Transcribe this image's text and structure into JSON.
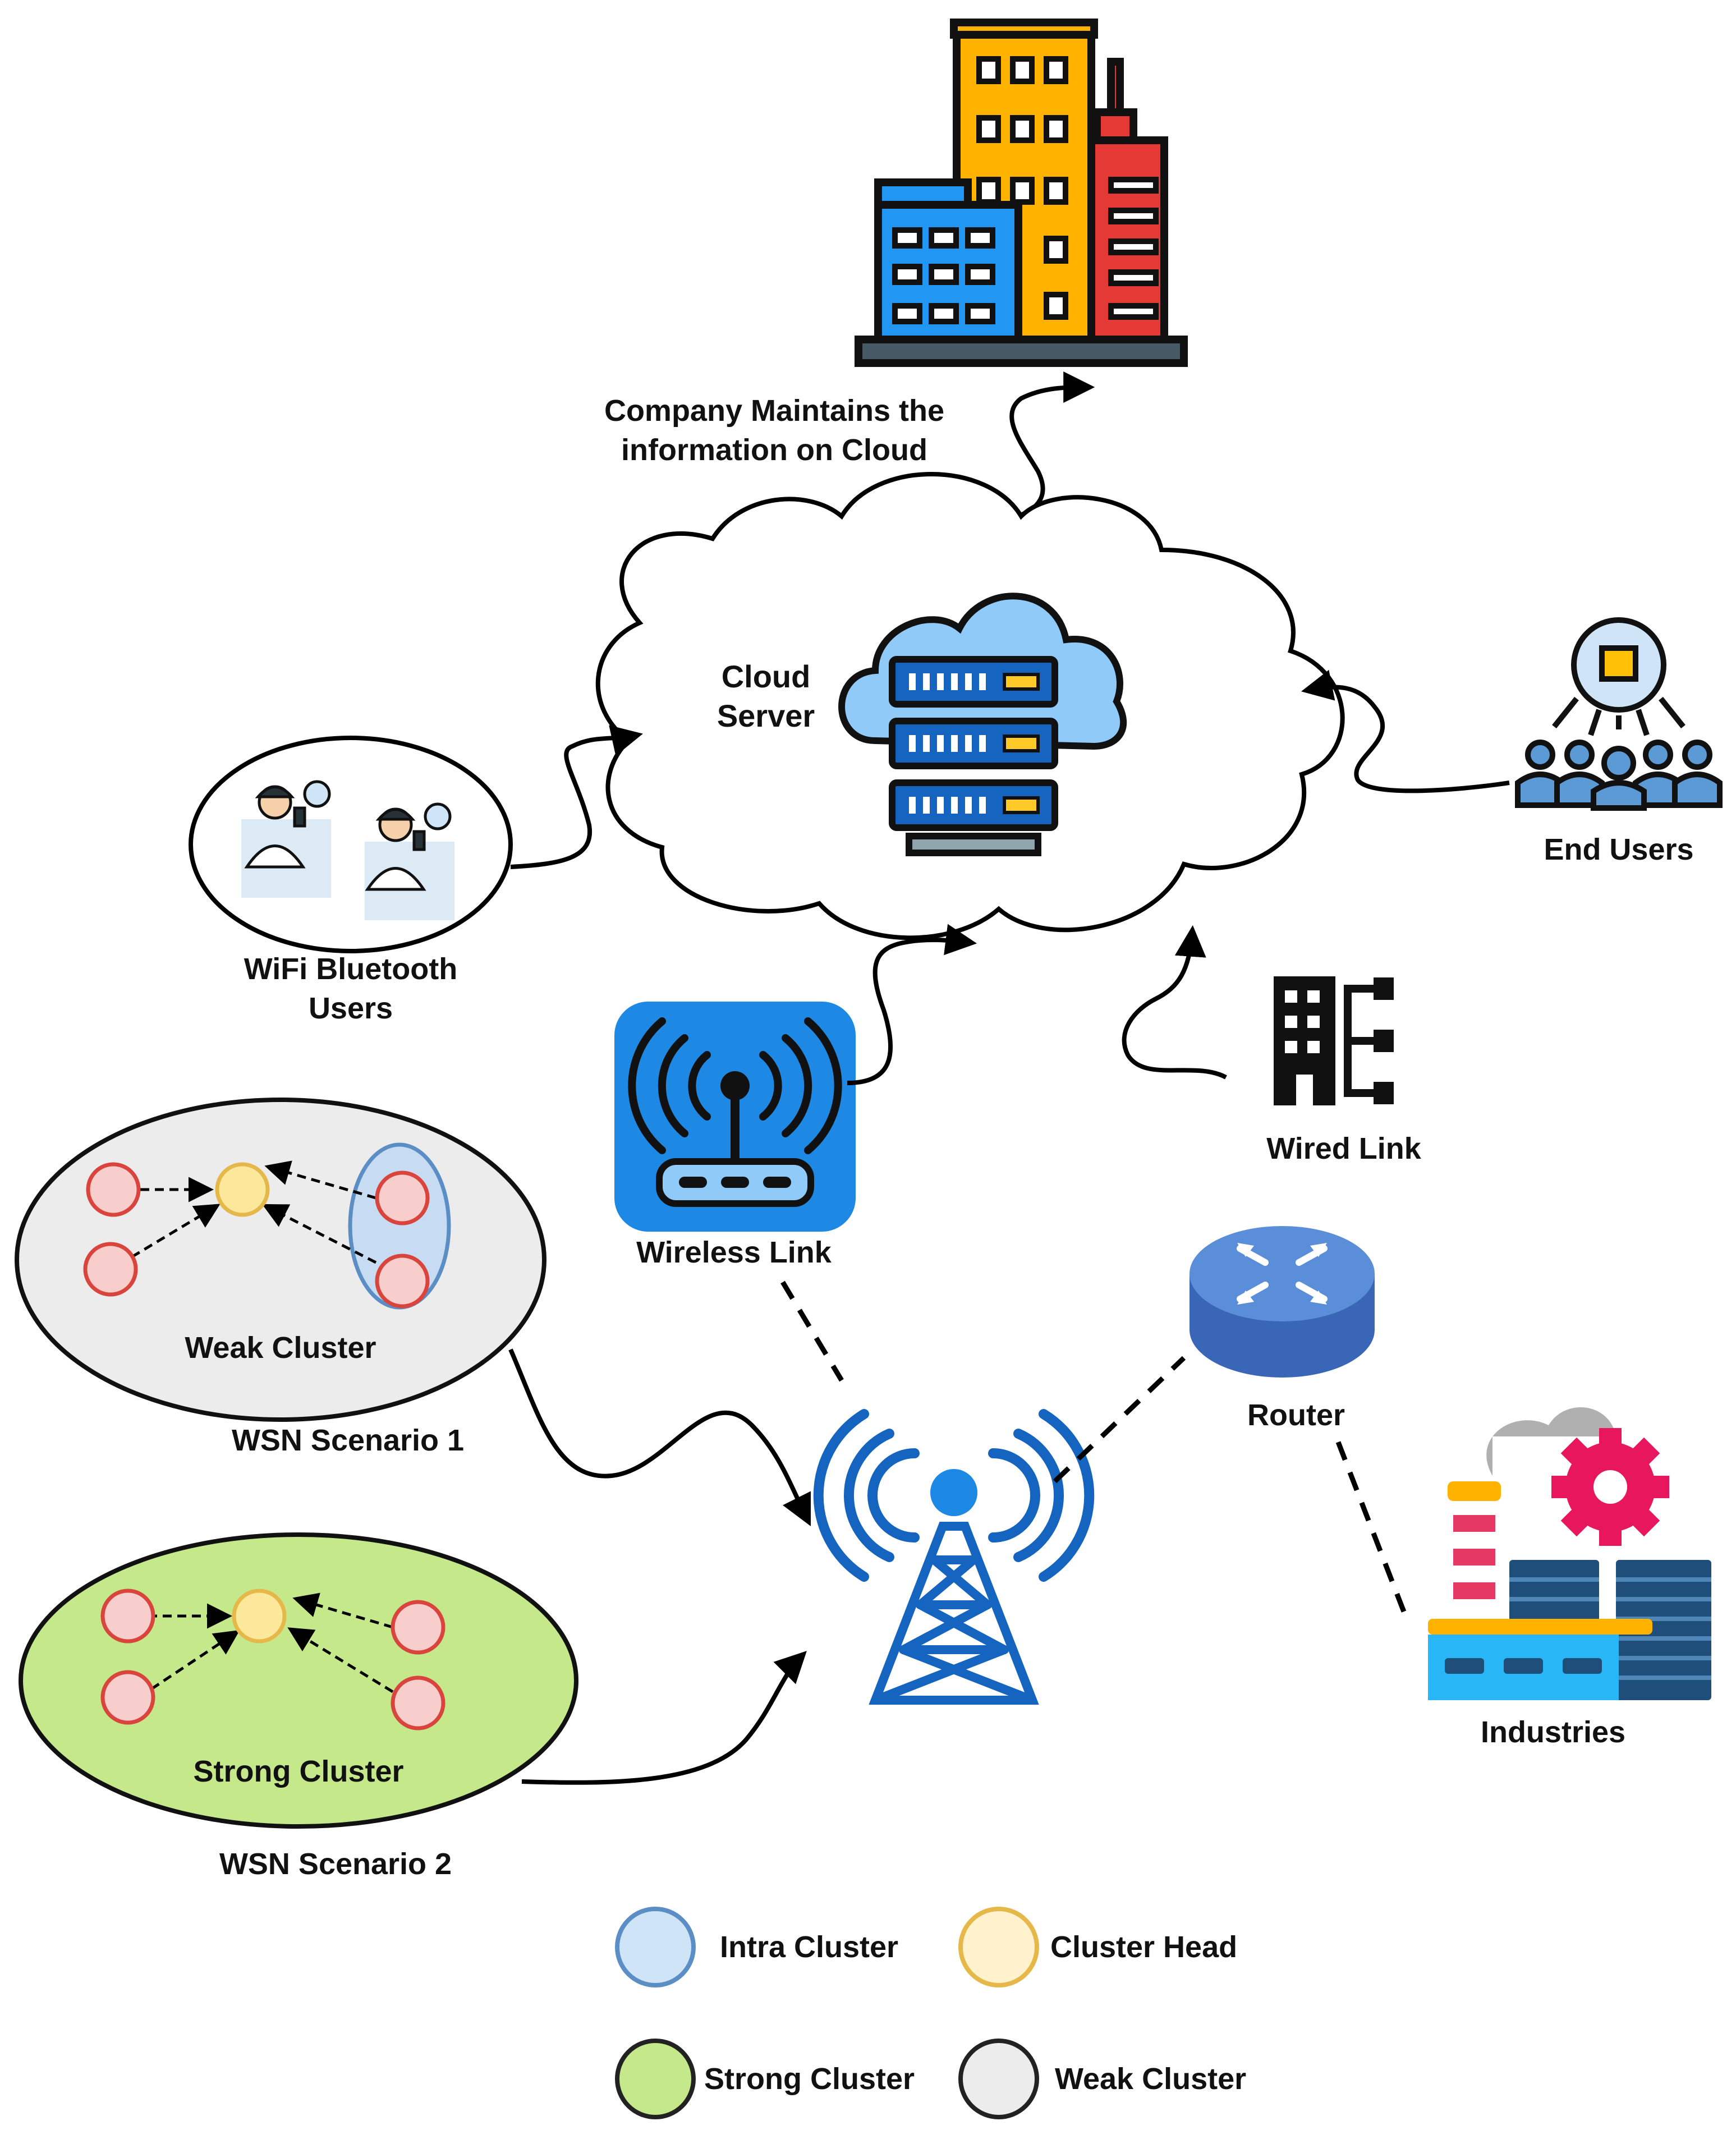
{
  "labels": {
    "company_line1": "Company Maintains the",
    "company_line2": "information on Cloud",
    "cloud_line1": "Cloud",
    "cloud_line2": "Server",
    "end_users": "End Users",
    "wifi_line1": "WiFi Bluetooth",
    "wifi_line2": "Users",
    "wireless_link": "Wireless Link",
    "wired_link": "Wired Link",
    "router": "Router",
    "industries": "Industries",
    "weak_cluster": "Weak Cluster",
    "wsn_scenario_1": "WSN Scenario 1",
    "strong_cluster": "Strong Cluster",
    "wsn_scenario_2": "WSN Scenario 2"
  },
  "legend": {
    "items": [
      {
        "label": "Intra Cluster",
        "color": "#cfe4f7",
        "stroke": "#5b8ec4"
      },
      {
        "label": "Cluster Head",
        "color": "#fff2cc",
        "stroke": "#e6b84a"
      },
      {
        "label": "Strong Cluster",
        "color": "#c5e88a",
        "stroke": "#222222"
      },
      {
        "label": "Weak Cluster",
        "color": "#ececec",
        "stroke": "#222222"
      }
    ]
  },
  "colors": {
    "node_fill": "#f8cecc",
    "node_stroke": "#d9453d",
    "head_fill": "#fce89b",
    "head_stroke": "#e6b84a",
    "weak_cluster_fill": "#ececec",
    "strong_cluster_fill": "#c5e88a",
    "intra_fill": "#c7dcf2",
    "accent_blue": "#1565c0"
  },
  "icons": {
    "buildings": "office-buildings-icon",
    "cloud_server": "cloud-server-icon",
    "end_users": "end-users-group-icon",
    "wifi_users": "bluetooth-phone-users-icon",
    "wireless": "wireless-router-icon",
    "wired": "wired-network-building-icon",
    "router": "router-icon",
    "industry": "factory-icon",
    "tower": "cell-tower-icon"
  }
}
